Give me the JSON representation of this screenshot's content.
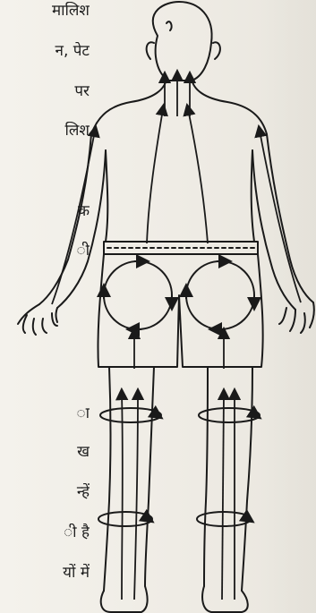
{
  "text_lines": [
    "मालिश",
    "न, पेट",
    "पर",
    "लिश",
    "क",
    "ी",
    "",
    "",
    "",
    "ा",
    "ख",
    "न्हें",
    "ी है",
    "यों में"
  ],
  "figure": {
    "icon": "massage-direction-back-view-figure",
    "ink_color": "#1a1a1a"
  }
}
